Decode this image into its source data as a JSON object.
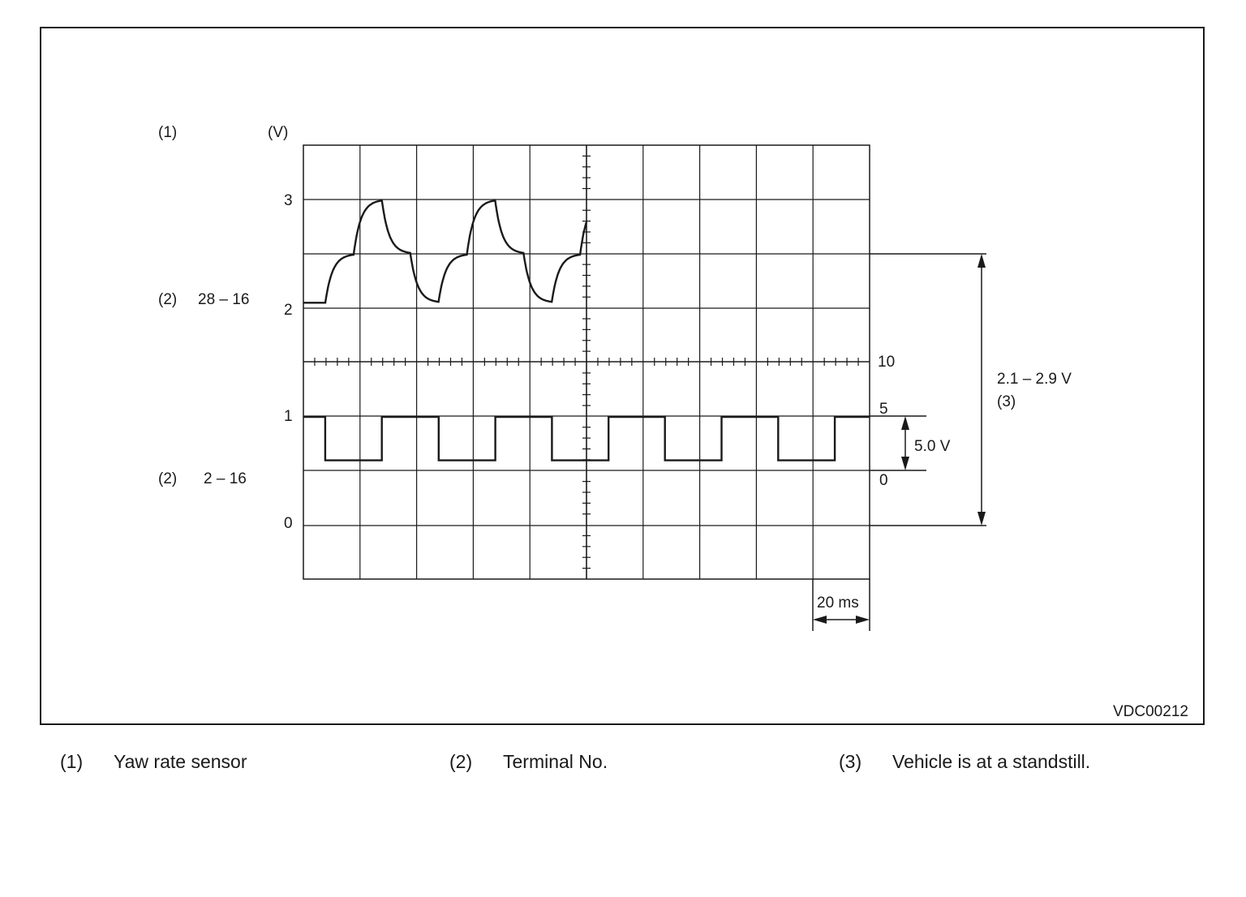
{
  "figure": {
    "id_code": "VDC00212",
    "header_ref": "(1)",
    "unit_label": "(V)",
    "channel_a": {
      "ref": "(2)",
      "terminal": "28 – 16"
    },
    "channel_b": {
      "ref": "(2)",
      "terminal": "2 – 16"
    },
    "range_note": {
      "value": "2.1 – 2.9 V",
      "ref": "(3)"
    },
    "amplitude_note": "5.0 V",
    "time_scale": "20 ms",
    "left_axis_ticks": [
      "3",
      "2",
      "1",
      "0"
    ],
    "right_axis_ticks": [
      "10",
      "5",
      "0"
    ]
  },
  "waveforms": {
    "sensor_output_levels_v": [
      2.05,
      2.5,
      3.0
    ],
    "pulse_high_level_v": 1.0,
    "pulse_low_level_v": 0.6,
    "period_ms": 40
  },
  "legend": [
    {
      "num": "(1)",
      "text": "Yaw rate sensor"
    },
    {
      "num": "(2)",
      "text": "Terminal No."
    },
    {
      "num": "(3)",
      "text": "Vehicle is at a standstill."
    }
  ],
  "colors": {
    "ink": "#1a1a1a",
    "background": "#ffffff"
  }
}
